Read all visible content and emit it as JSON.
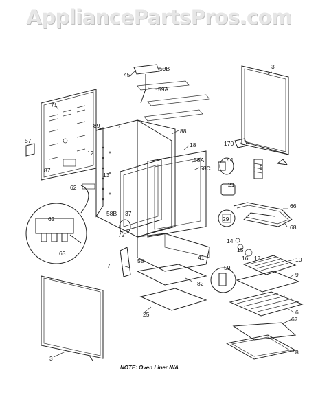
{
  "watermark": "AppliancePartsPros.com",
  "note": "NOTE: Oven Liner N/A",
  "parts": {
    "p1": "1",
    "p3a": "3",
    "p3b": "3",
    "p6": "6",
    "p7": "7",
    "p8": "8",
    "p9": "9",
    "p10": "10",
    "p12": "12",
    "p13": "13",
    "p14": "14",
    "p15": "15",
    "p16": "16",
    "p17": "17",
    "p18": "18",
    "p21": "21",
    "p25": "25",
    "p29": "29",
    "p37": "37",
    "p41": "41",
    "p44": "44",
    "p45": "45",
    "p57": "57",
    "p58": "58",
    "p58a": "58A",
    "p58b": "58B",
    "p58c": "58C",
    "p59": "59",
    "p59a": "59A",
    "p59b": "59B",
    "p62a": "62",
    "p62b": "62",
    "p63": "63",
    "p66": "66",
    "p67": "67",
    "p68": "68",
    "p71": "71",
    "p72": "72",
    "p82": "82",
    "p87": "87",
    "p88": "88",
    "p89": "89",
    "p170": "170"
  }
}
